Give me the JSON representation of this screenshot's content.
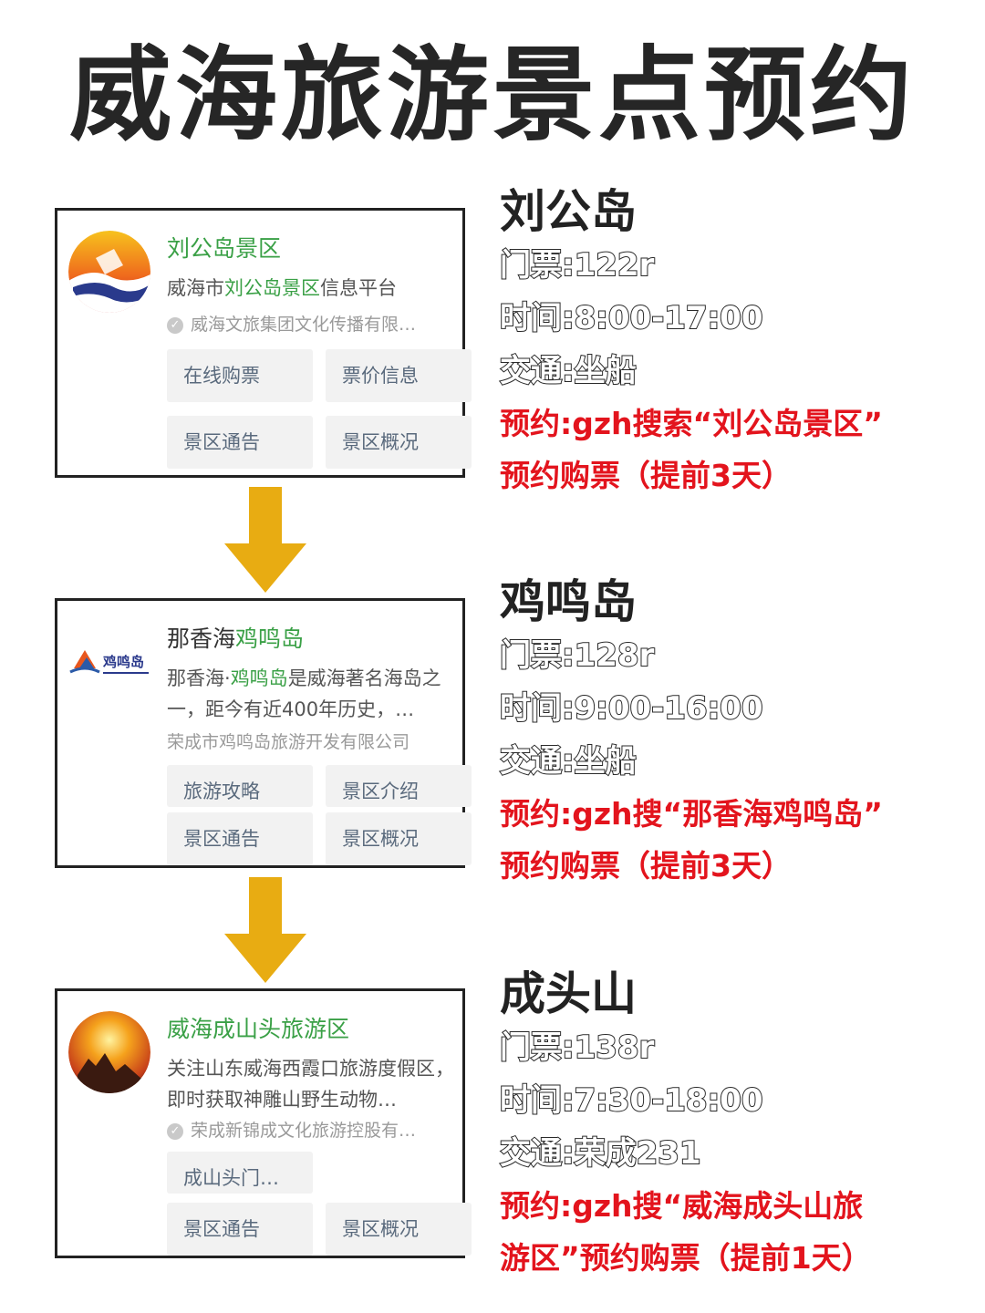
{
  "page": {
    "title": "威海旅游景点预约"
  },
  "colors": {
    "green_link": "#3aa046",
    "red_text": "#e3141d",
    "arrow": "#e8ac12"
  },
  "cards": [
    {
      "name": "刘公岛景区",
      "desc_parts": [
        "威海市",
        "刘公岛景区",
        "信息平台"
      ],
      "org": "威海文旅集团文化传播有限…",
      "buttons": [
        "在线购票",
        "票价信息",
        "景区通告",
        "景区概况"
      ]
    },
    {
      "name_prefix": "那香海",
      "name_highlight": "鸡鸣岛",
      "logo_text": "鸡鸣岛",
      "desc_parts": [
        "那香海·",
        "鸡鸣岛",
        "是威海著名海岛之一，距今有近400年历史，…"
      ],
      "org": "荣成市鸡鸣岛旅游开发有限公司",
      "buttons": [
        "旅游攻略",
        "景区介绍",
        "景区通告",
        "景区概况"
      ]
    },
    {
      "name": "威海成山头旅游区",
      "desc": "关注山东威海西霞口旅游度假区，即时获取神雕山野生动物…",
      "org": "荣成新锦成文化旅游控股有…",
      "buttons": [
        "成山头门…",
        "景区通告",
        "景区概况"
      ]
    }
  ],
  "info": [
    {
      "place": "刘公岛",
      "ticket": "门票:122r",
      "time": "时间:8:00-17:00",
      "transport": "交通:坐船",
      "reserve_1": "预约:gzh搜索“刘公岛景区”",
      "reserve_2": "预约购票（提前3天）"
    },
    {
      "place": "鸡鸣岛",
      "ticket": "门票:128r",
      "time": "时间:9:00-16:00",
      "transport": "交通:坐船",
      "reserve_1": "预约:gzh搜“那香海鸡鸣岛”",
      "reserve_2": "预约购票（提前3天）"
    },
    {
      "place": "成头山",
      "ticket": "门票:138r",
      "time": "时间:7:30-18:00",
      "transport": "交通:荣成231",
      "reserve_1": "预约:gzh搜“威海成头山旅",
      "reserve_2": "游区”预约购票（提前1天）"
    }
  ]
}
